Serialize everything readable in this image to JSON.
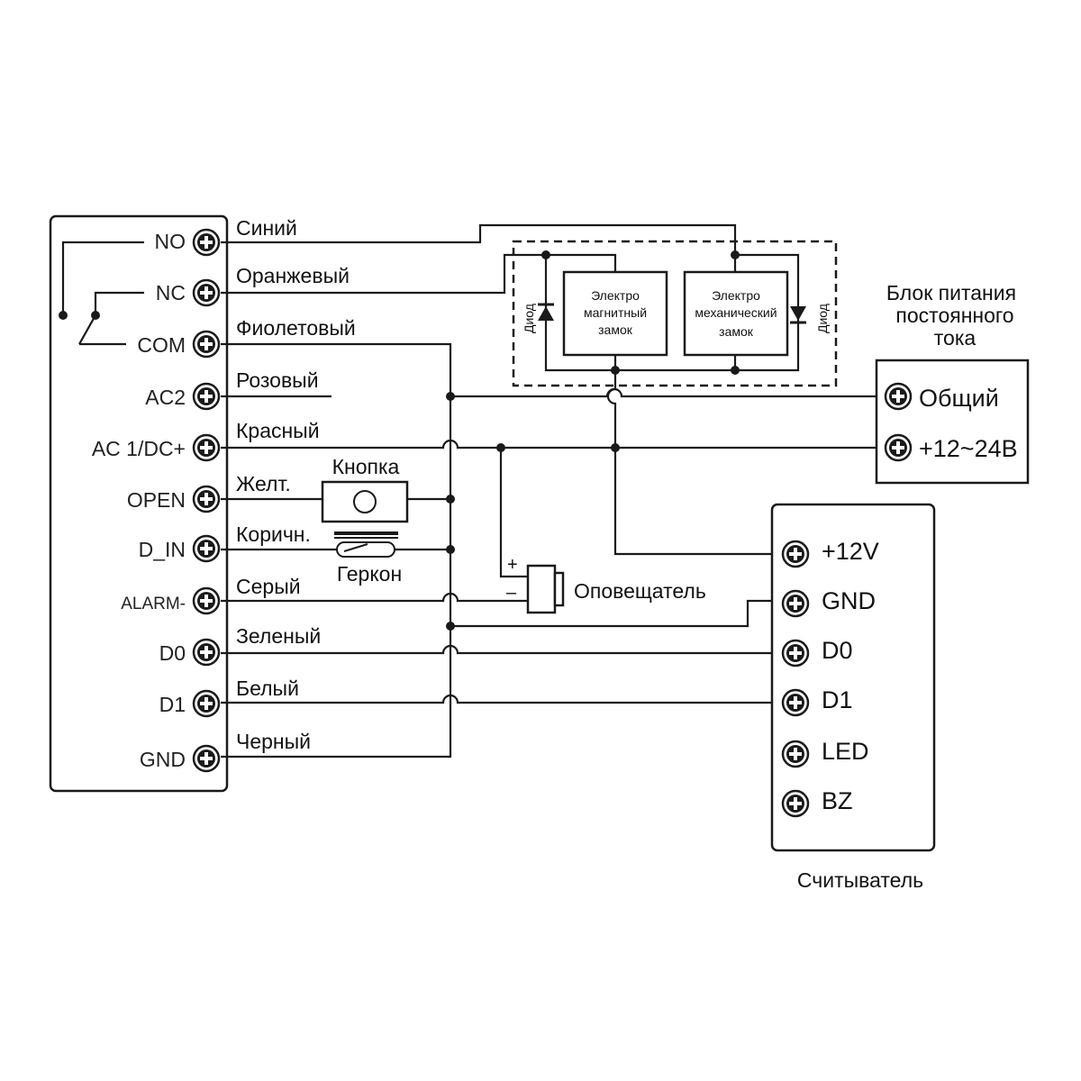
{
  "controller": {
    "terminals": [
      "NO",
      "NC",
      "COM",
      "AC2",
      "AC 1/DC+",
      "OPEN",
      "D_IN",
      "ALARM-",
      "D0",
      "D1",
      "GND"
    ],
    "wire_colors": [
      "Синий",
      "Оранжевый",
      "Фиолетовый",
      "Розовый",
      "Красный",
      "Желт.",
      "Коричн.",
      "Серый",
      "Зеленый",
      "Белый",
      "Черный"
    ]
  },
  "components": {
    "button": "Кнопка",
    "reed_switch": "Геркон",
    "alarm": "Оповещатель",
    "plus": "+",
    "minus": "–"
  },
  "locks": {
    "magnetic": [
      "Электро",
      "магнитный",
      "замок"
    ],
    "mechanical": [
      "Электро",
      "механический",
      "замок"
    ],
    "diode": "Диод"
  },
  "power_supply": {
    "title": [
      "Блок питания",
      "постоянного",
      "тока"
    ],
    "terminals": [
      "Общий",
      "+12~24В"
    ]
  },
  "reader": {
    "title": "Считыватель",
    "terminals": [
      "+12V",
      "GND",
      "D0",
      "D1",
      "LED",
      "BZ"
    ]
  }
}
